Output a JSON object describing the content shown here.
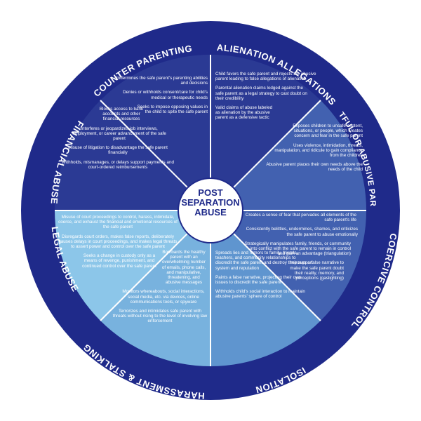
{
  "center": {
    "line1": "POST",
    "line2": "SEPARATION",
    "line3": "ABUSE"
  },
  "segments": [
    {
      "label": "COUNTER PARENTING",
      "items": [
        "Undermines the safe parent's parenting abilities and decisions",
        "Denies or withholds consent/care for child's medical or therapeutic needs",
        "Seeks to impose opposing values in the child to spite the safe parent"
      ]
    },
    {
      "label": "ALIENATION ALLEGATIONS",
      "items": [
        "Child favors the safe parent and rejects the abusive parent leading to false allegations of alienation",
        "Parental alienation claims lodged against the safe parent as a legal strategy to cast doubt on their credibility",
        "Valid claims of abuse labeled as alienation by the abusive parent as a defensive tactic"
      ]
    },
    {
      "label": "NEGLECTFUL OR ABUSIVE PARENTING",
      "items": [
        "Exposes children to unsafe content, situations, or people, which creates concern and fear in the safe parent",
        "Uses violence, intimidation, threats, manipulation, and ridicule to gain compliance from the children",
        "Abusive parent places their own needs above the needs of the child"
      ]
    },
    {
      "label": "COERCIVE CONTROL",
      "items": [
        "Creates a sense of fear that pervades all elements of the safe parent's life",
        "Consistently belittles, undermines, shames, and criticizes the safe parent to abuse emotionally",
        "Strategically manipulates family, friends, or community into conflict with the safe parent to remain in control and gain an advantage (triangulation)",
        "Imposes a false narrative to make the safe parent doubt their reality, memory, and perceptions (gaslighting)"
      ]
    },
    {
      "label": "ISOLATION",
      "items": [
        "Spreads lies and rumors to family, friends, teachers, and community relationships to discredit the safe parent and destroy their support system and reputation",
        "Paints a false narrative, projecting their own issues to discredit the safe parent",
        "Withholds child's social interaction to maintain abusive parents' sphere of control"
      ]
    },
    {
      "label": "HARASSMENT & STALKING",
      "items": [
        "Bombards the healthy parent with an overwhelming number of emails, phone calls, and manipulative, threatening, and abusive messages",
        "Monitors whereabouts, social interactions, social media, etc. via devices, online communications tools, or spyware",
        "Terrorizes and intimidates safe parent with threats without rising to the level of involving law enforcement"
      ]
    },
    {
      "label": "LEGAL ABUSE",
      "items": [
        "Misuse of court proceedings to control, harass, intimidate, coerce, and exhaust the financial and emotional resources of the safe parent",
        "Disregards court orders, makes false reports, deliberately causes delays in court proceedings, and makes legal threats to assert power and control over the safe parent",
        "Seeks a change in custody only as a means of revenge, punishment, and continued control over the safe parent"
      ]
    },
    {
      "label": "FINANCIAL ABUSE",
      "items": [
        "Blocks access to bank accounts and other financial resources",
        "Interferes or jeopardizes job interviews, employment, or career advancement of the safe parent",
        "Misuse of litigation to disadvantage the safe parent financially",
        "Withholds, mismanages, or delays support payments and court-ordered reimbursements"
      ]
    }
  ],
  "colors": {
    "ring": "#1f2a8a",
    "seg_dark": "#2b3a94",
    "seg_mid": "#4261b0",
    "seg_light": "#5f95cf",
    "seg_pale": "#78b2de",
    "seg_lightest": "#8cc6e9",
    "divider": "#ffffff",
    "center_fill": "#ffffff",
    "center_text": "#1f2a8a"
  }
}
